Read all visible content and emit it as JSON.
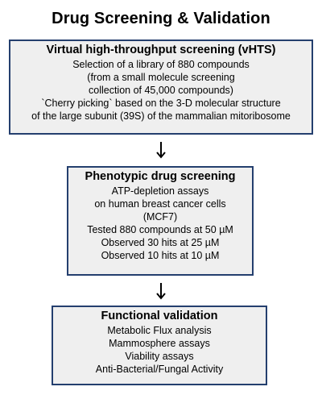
{
  "title": "Drug Screening & Validation",
  "boxes": [
    {
      "heading": "Virtual high-throughput screening (vHTS)",
      "lines": [
        "Selection of a library of 880 compounds",
        "(from a small molecule screening",
        "collection of 45,000 compounds)",
        "`Cherry picking` based on the 3-D molecular structure",
        "of the large subunit (39S) of the mammalian mitoribosome"
      ]
    },
    {
      "heading": "Phenotypic drug screening",
      "lines": [
        "ATP-depletion  assays",
        "on human breast cancer cells",
        "(MCF7)",
        "Tested 880 compounds at 50 µM",
        "Observed  30 hits at 25 µM",
        "Observed  10 hits at 10 µM"
      ]
    },
    {
      "heading": "Functional validation",
      "lines": [
        "Metabolic Flux analysis",
        "Mammosphere  assays",
        "Viability assays",
        "Anti-Bacterial/Fungal Activity"
      ]
    }
  ],
  "colors": {
    "box_border": "#243f6e",
    "box_fill": "#efefef"
  },
  "icons": {
    "arrow": "down-arrow-icon"
  }
}
